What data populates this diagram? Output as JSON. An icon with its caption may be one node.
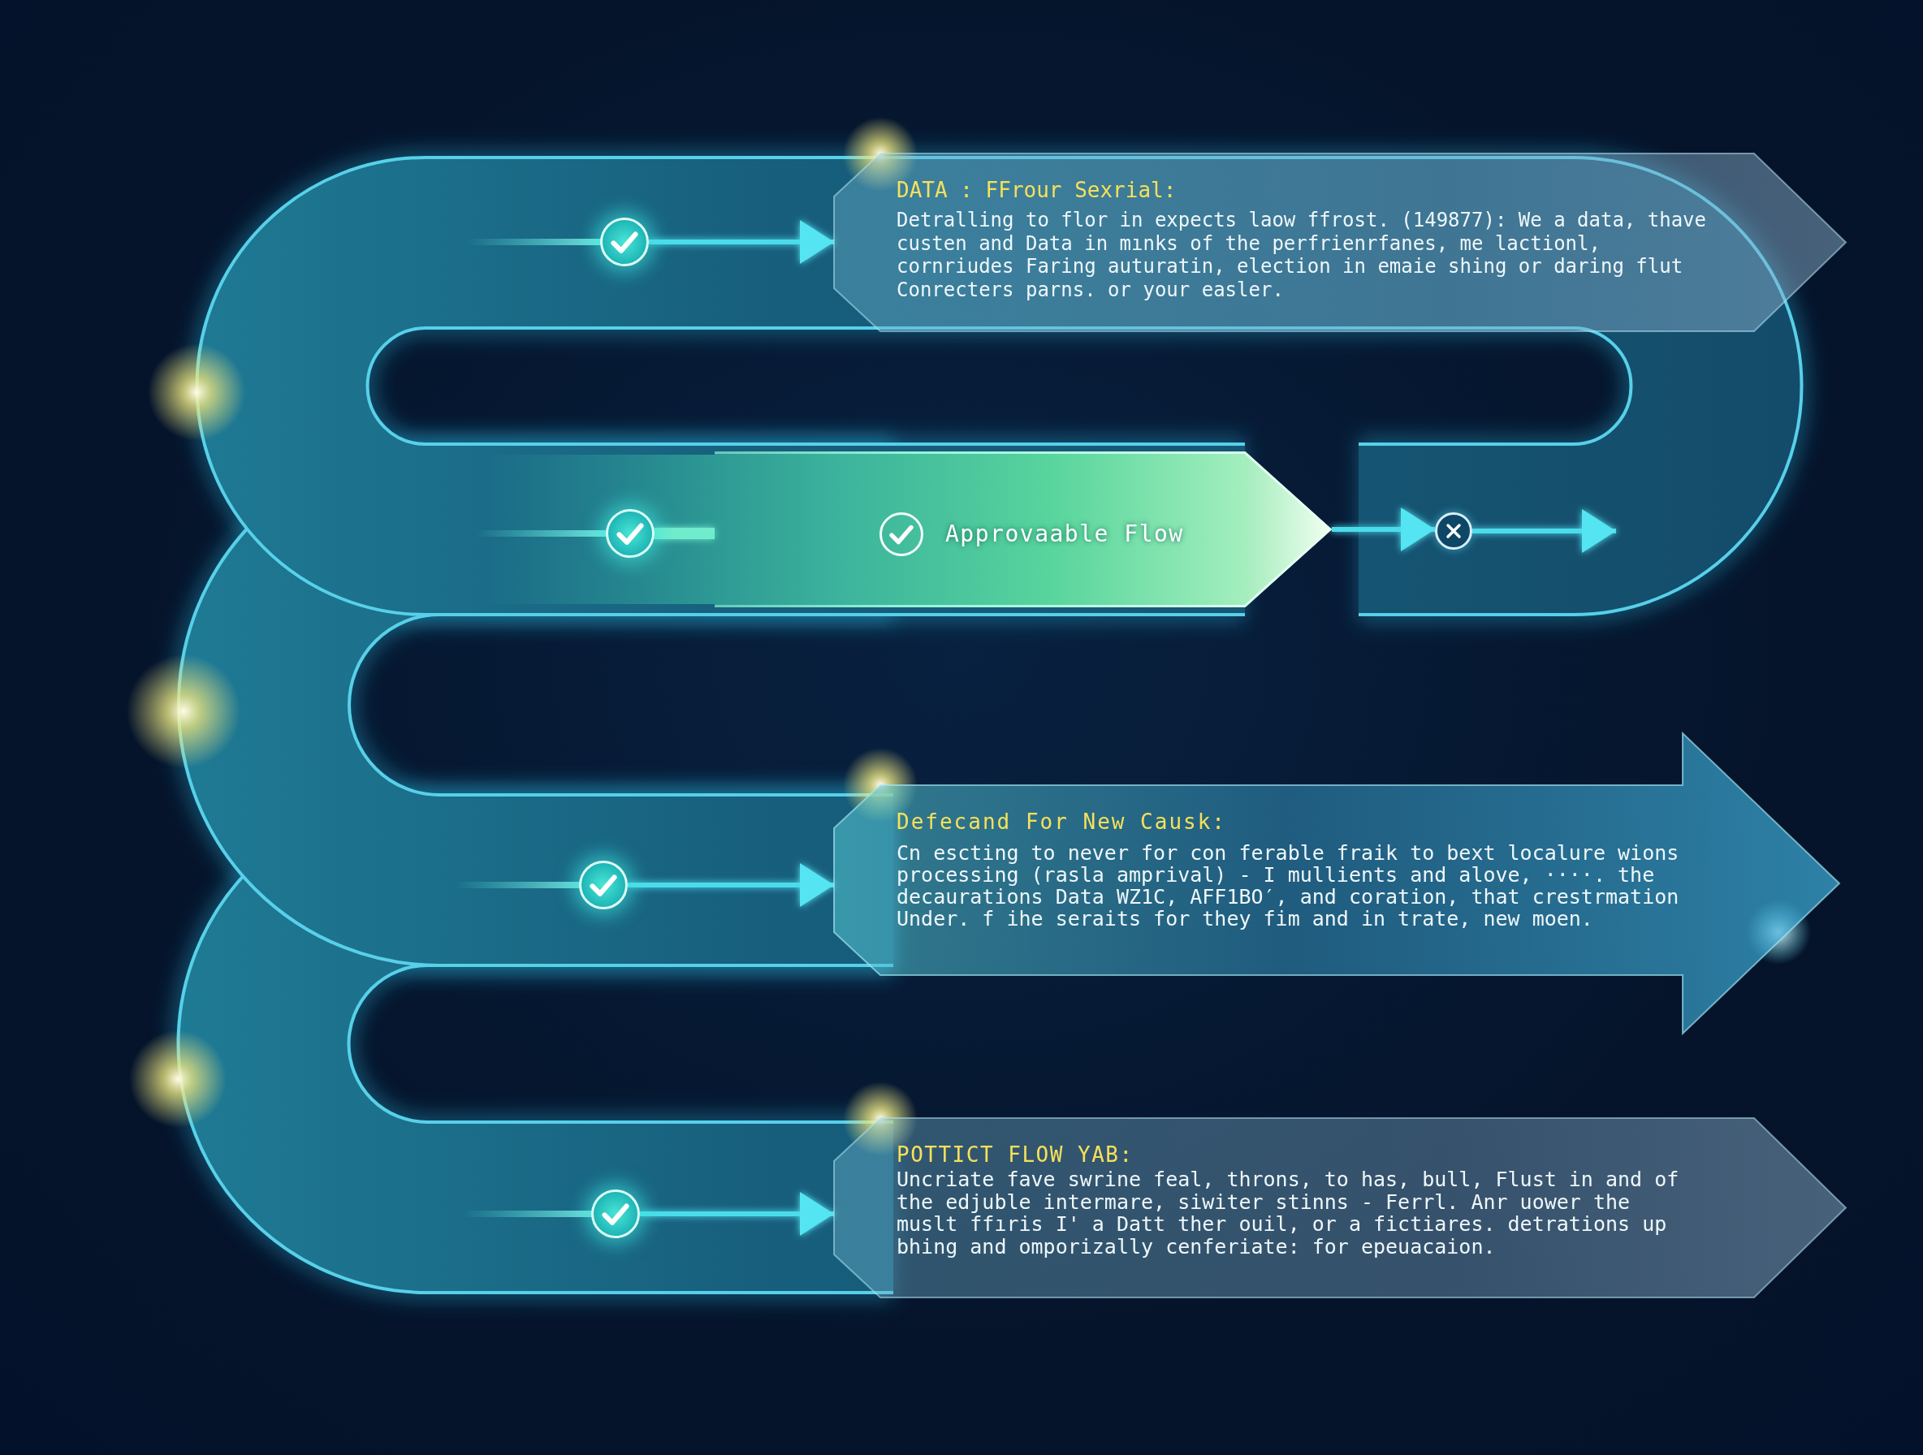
{
  "diagram": {
    "nodes": [
      {
        "text": [],
        "shape": "circle"
      },
      {
        "text": [
          "DATA : FFrour Sexrial:",
          "Detralling to flor in expects laow ffrost. (149877): We a data, thave custen and Data in mınks of the perfrienrfanes, me lactionl, cornriudes Faring auturatin, election in emaie shing or daring flut Conrecters parns. or your easler."
        ]
      },
      {
        "text": [],
        "shape": "circle"
      },
      {
        "text": [
          "Approvaable Flow"
        ]
      },
      {
        "text": [],
        "shape": "circle"
      },
      {
        "text": [],
        "shape": "circle"
      },
      {
        "text": [
          "Defecand For New Causk:",
          "Cn escting to never for con ferable fraik to bext localure wions processing (rasla amprival) - I mullients and alove, ····. the decaurations Data WZ1C, AFF1BO′, and coration, that crestrmation Under. f ihe seraits for they fim and in trate, new moen."
        ]
      },
      {
        "text": [],
        "shape": "circle"
      },
      {
        "text": [
          "POTTICT FLOW YAB:",
          "Uncriate fave swrine feal, throns, to has, bull, Flust in and of the edjuble intermare, siwiter stinns - Ferrl. Anr uower the muslt ffıris I' a Datt ther ouil, or a fictiares. detrations up bhing and omporizally cenferiate: for epeuacaion."
        ]
      }
    ],
    "edges": [
      {
        "from": 0,
        "to": 1,
        "arrow": "to"
      },
      {
        "from": 2,
        "to": 3,
        "arrow": "none",
        "style": "thick",
        "color": "#70eccc"
      },
      {
        "from": 3,
        "to": 4,
        "arrow": "to"
      },
      {
        "from": 4,
        "to": null,
        "arrow": "to"
      },
      {
        "from": 5,
        "to": 6,
        "arrow": "to"
      },
      {
        "from": 7,
        "to": 8,
        "arrow": "to"
      }
    ]
  }
}
